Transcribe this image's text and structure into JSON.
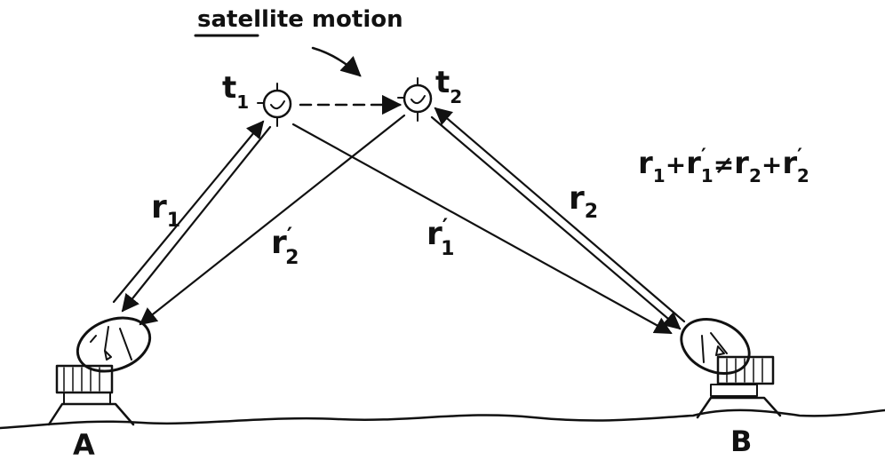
{
  "title": "satellite motion",
  "satellite_positions": [
    {
      "label": "t",
      "subscript": "1"
    },
    {
      "label": "t",
      "subscript": "2"
    }
  ],
  "paths": [
    {
      "label": "r",
      "subscript": "1",
      "prime": ""
    },
    {
      "label": "r",
      "subscript": "2",
      "prime": ""
    },
    {
      "label": "r",
      "subscript": "2",
      "prime": "′"
    },
    {
      "label": "r",
      "subscript": "1",
      "prime": "′"
    }
  ],
  "stations": [
    {
      "label": "A"
    },
    {
      "label": "B"
    }
  ],
  "equation": {
    "terms": [
      {
        "base": "r",
        "sub": "1",
        "prime": ""
      },
      {
        "op": "+"
      },
      {
        "base": "r",
        "sub": "1",
        "prime": "′"
      },
      {
        "op": "≠"
      },
      {
        "base": "r",
        "sub": "2",
        "prime": ""
      },
      {
        "op": "+"
      },
      {
        "base": "r",
        "sub": "2",
        "prime": "′"
      }
    ]
  },
  "colors": {
    "ink": "#111111",
    "background": "#ffffff"
  }
}
